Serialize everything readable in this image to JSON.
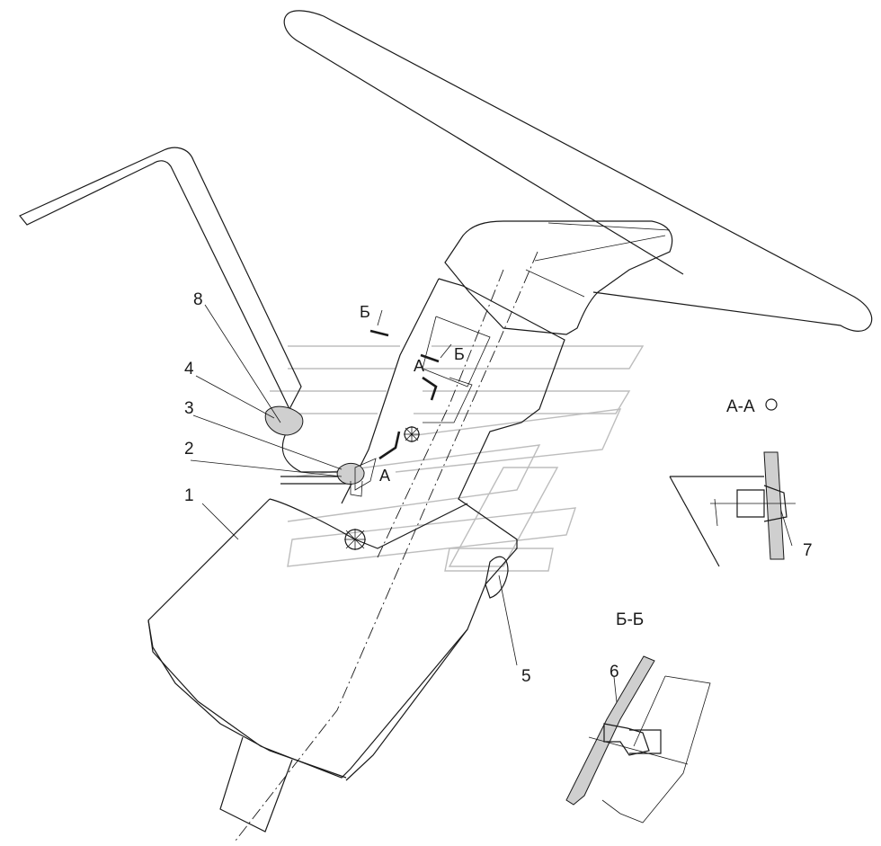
{
  "callouts": [
    {
      "id": "1",
      "text": "1"
    },
    {
      "id": "2",
      "text": "2"
    },
    {
      "id": "3",
      "text": "3"
    },
    {
      "id": "4",
      "text": "4"
    },
    {
      "id": "5",
      "text": "5"
    },
    {
      "id": "6",
      "text": "6"
    },
    {
      "id": "7",
      "text": "7"
    },
    {
      "id": "8",
      "text": "8"
    }
  ],
  "section_marks": {
    "a": "А",
    "b": "Б"
  },
  "sections": {
    "aa_title": "А-А",
    "bb_title": "Б-Б"
  },
  "colors": {
    "line": "#1a1a1a",
    "watermark": "#bdbdbd",
    "hatch": "#cfcfcf"
  }
}
